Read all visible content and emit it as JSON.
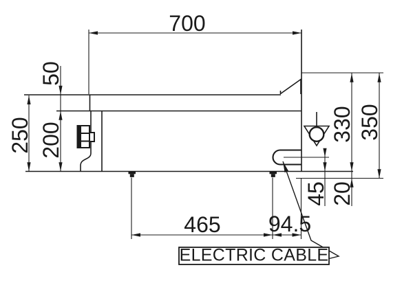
{
  "annotation": {
    "electric_cable": "ELECTRIC CABLE"
  },
  "dimensions": {
    "top_width": "700",
    "worktop_thickness": "50",
    "overall_height": "250",
    "body_height": "200",
    "back_height_to_body_bottom": "330",
    "back_overall_height": "350",
    "cable_outlet_height": "45",
    "foot_height": "20",
    "feet_spacing": "465",
    "cable_to_right_edge": "94.5"
  },
  "colors": {
    "line": "#1a1a1a",
    "background": "#ffffff"
  }
}
